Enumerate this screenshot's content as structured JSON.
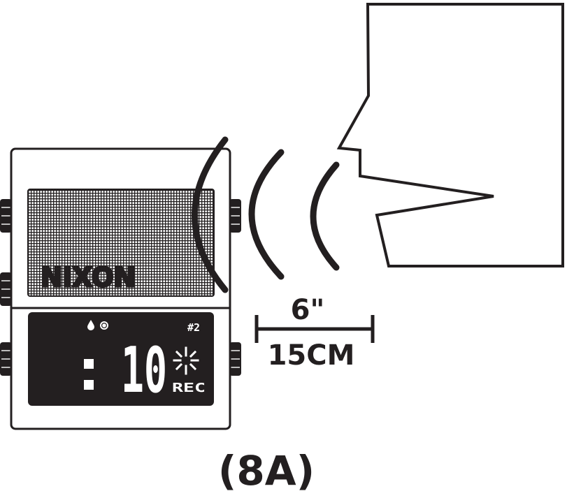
{
  "figure": {
    "caption": "(8A)",
    "distance": {
      "imperial": "6\"",
      "metric": "15CM"
    }
  },
  "device": {
    "brand": "NIXON",
    "display": {
      "track": "#2",
      "counter": "10",
      "mode": "REC"
    }
  },
  "colors": {
    "ink": "#231f20",
    "paper": "#ffffff",
    "lcd": "#231f20"
  },
  "icons": [
    "water-drop-icon",
    "recording-icon",
    "spark-icon",
    "colon-icon",
    "head-silhouette",
    "sound-wave-icon"
  ]
}
